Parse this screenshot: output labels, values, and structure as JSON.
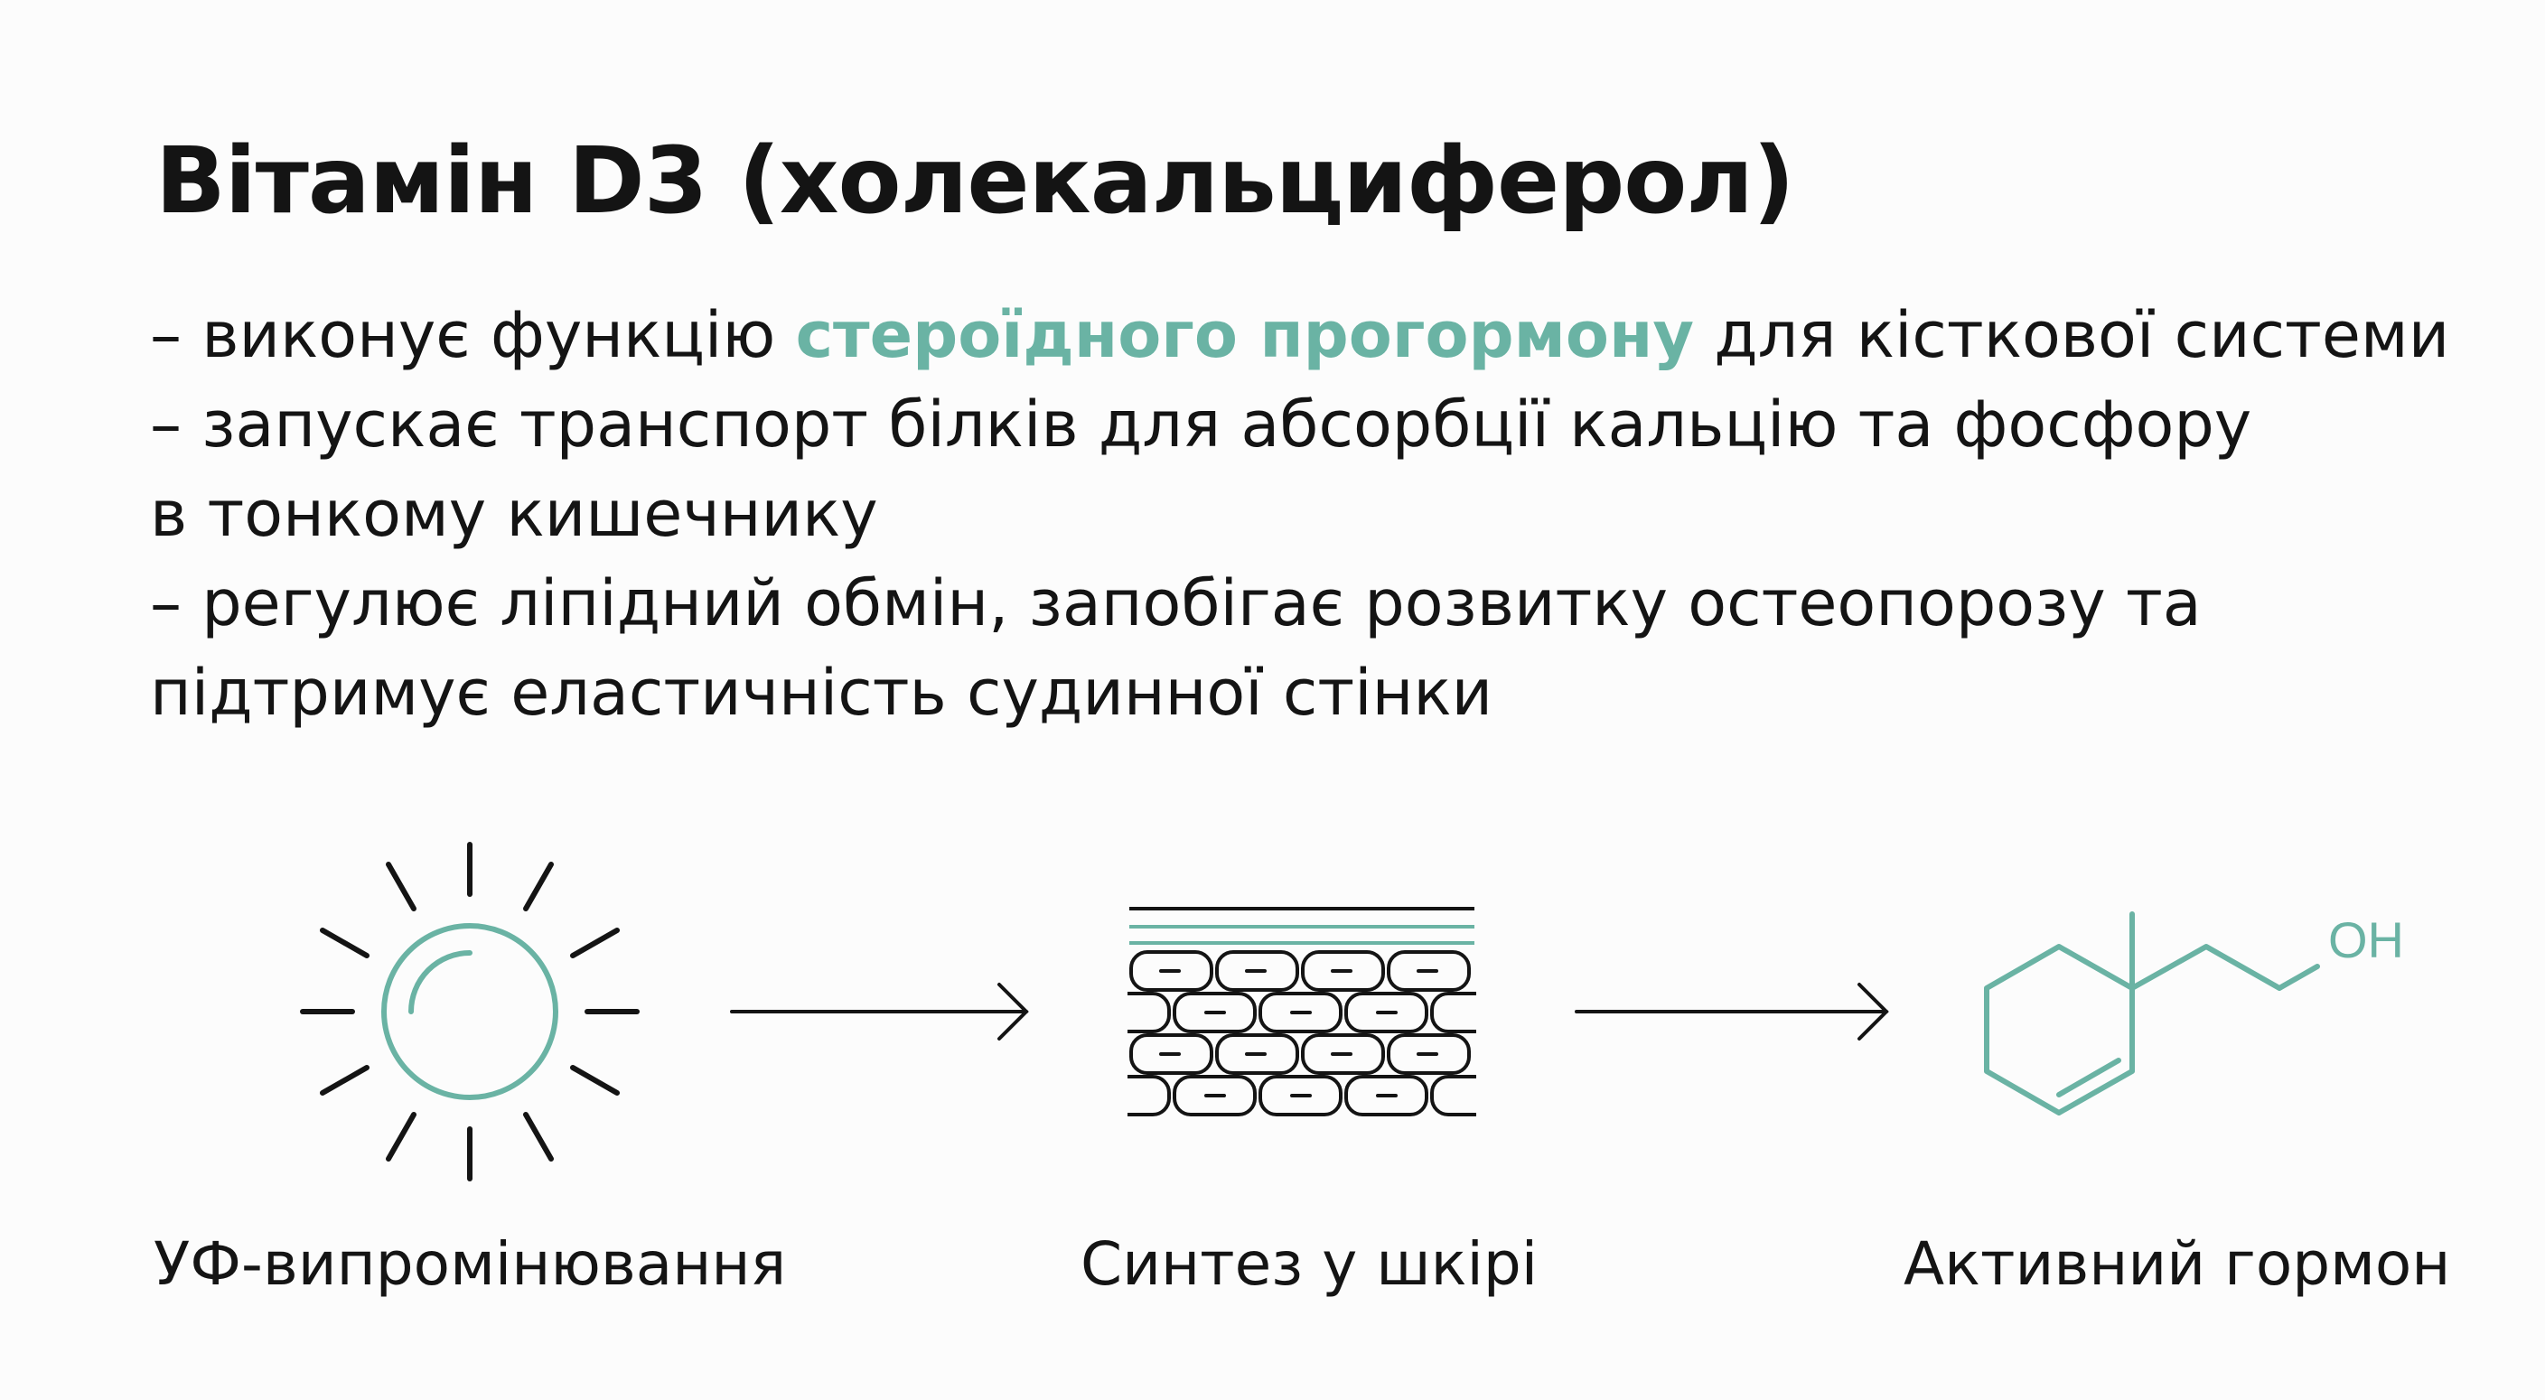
{
  "title": "Вітамін D3 (холекальциферол)",
  "bullets": [
    {
      "prefix": "– виконує функцію ",
      "highlight": "стероїдного прогормону",
      "suffix": " для кісткової системи"
    },
    {
      "text": "– запускає транспорт білків для абсорбції кальцію та фосфору"
    },
    {
      "text": "в тонкому кишечнику"
    },
    {
      "text": "– регулює ліпідний обмін, запобігає розвитку остеопорозу та"
    },
    {
      "text": "підтримує еластичність судинної стінки"
    }
  ],
  "steps": [
    {
      "icon": "sun-icon",
      "label": "УФ-випромінювання"
    },
    {
      "icon": "skin-cells-icon",
      "label": "Синтез у шкірі"
    },
    {
      "icon": "molecule-icon",
      "label": "Активний гормон"
    }
  ],
  "molecule_label": "OH",
  "colors": {
    "accent": "#6ab3a4",
    "text": "#141414",
    "background": "#fcfcfc"
  }
}
